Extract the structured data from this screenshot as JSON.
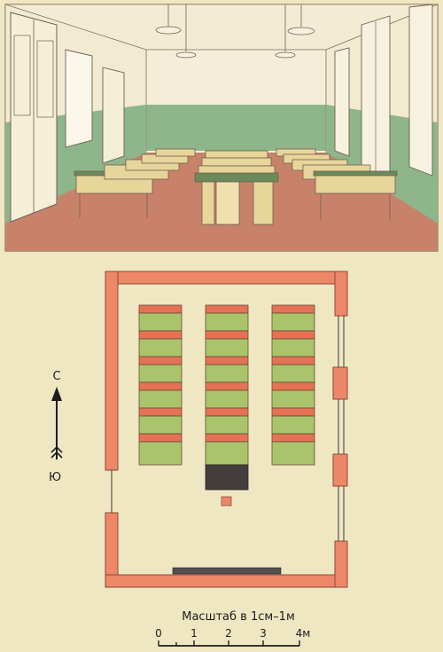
{
  "compass": {
    "north_label": "С",
    "south_label": "Ю"
  },
  "scale": {
    "caption": "Масштаб в 1см–1м",
    "ticks": [
      "0",
      "1",
      "2",
      "3",
      "4м"
    ]
  },
  "colors": {
    "paper": "#efe7c2",
    "wall": "#ee8768",
    "desk_bench": "#e57254",
    "desk_top": "#a9c46a",
    "blackboard": "#555050",
    "teacher_desk": "#433d3d",
    "wainscot": "#8fb58a",
    "floor": "#c9826a"
  }
}
